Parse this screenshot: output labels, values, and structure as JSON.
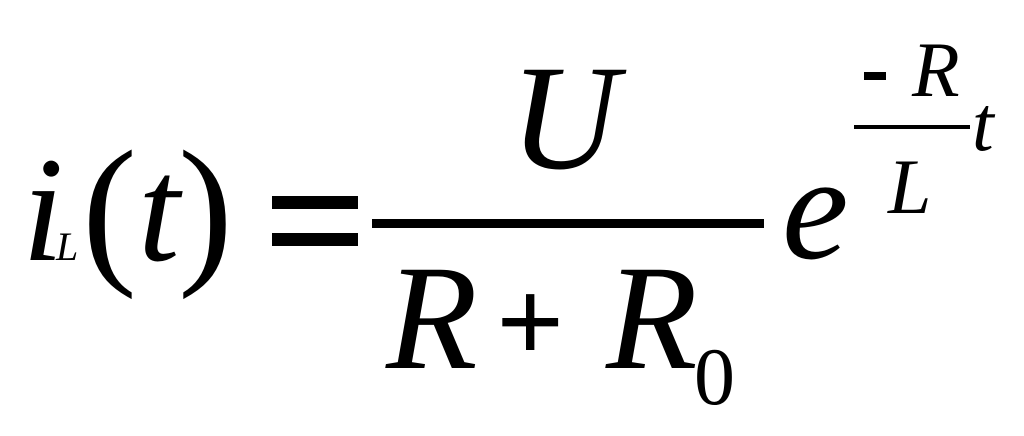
{
  "formula": {
    "lhs": {
      "func": "i",
      "subscript": "L",
      "open_paren": "(",
      "arg": "t",
      "close_paren": ")"
    },
    "equals": "=",
    "fraction": {
      "numerator": "U",
      "denominator": {
        "term1": "R",
        "plus": "+",
        "term2": "R",
        "term2_subscript": "0"
      }
    },
    "base": "e",
    "exponent": {
      "minus": "-",
      "numerator": "R",
      "denominator": "L",
      "factor": "t"
    }
  }
}
